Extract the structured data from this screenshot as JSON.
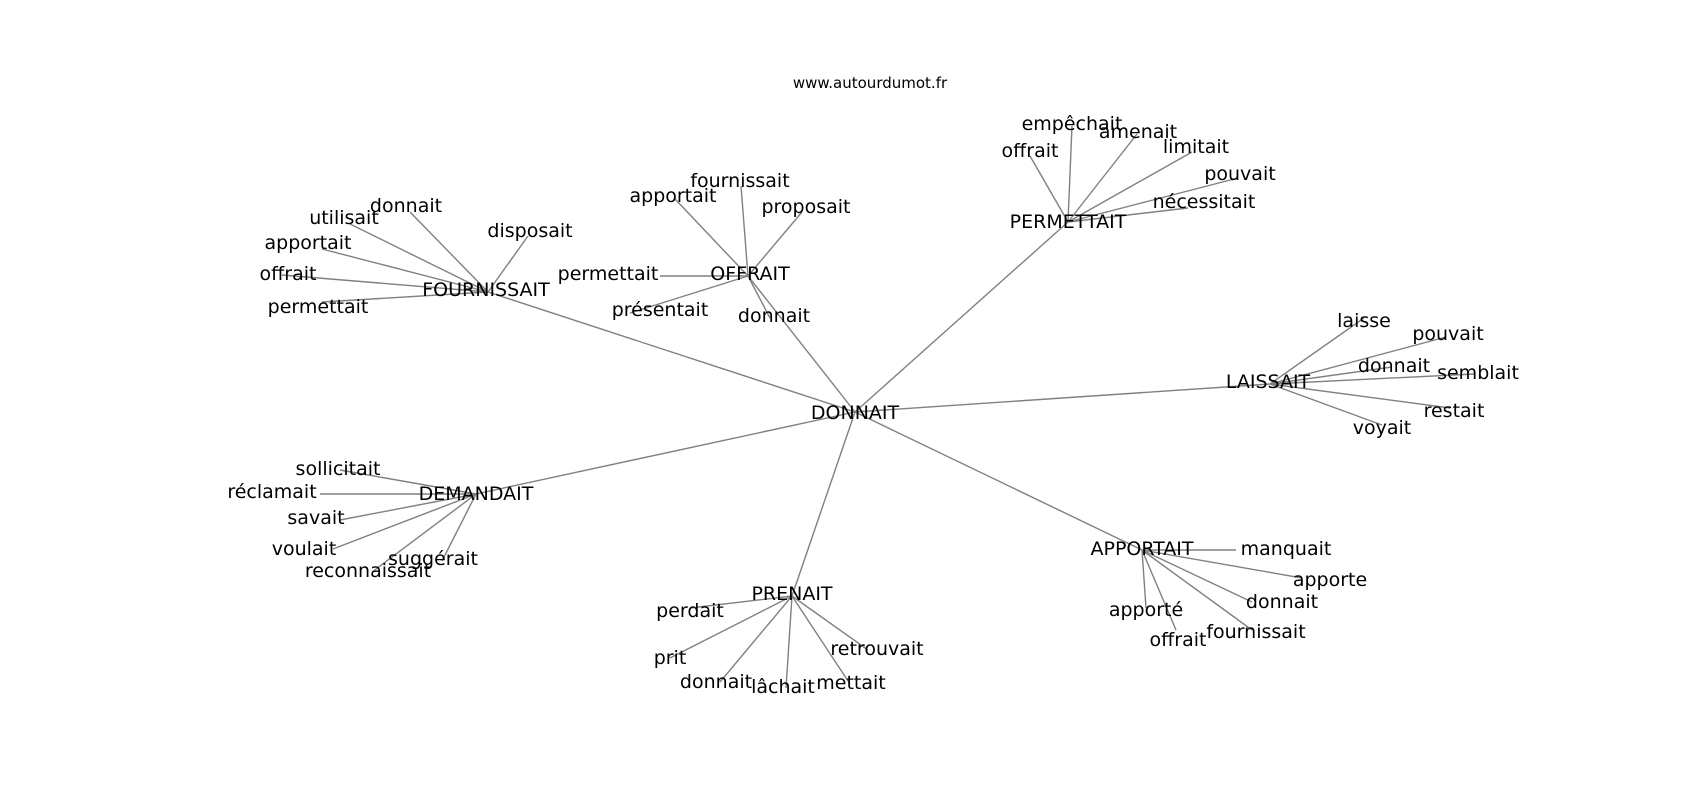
{
  "credit": "www.autourdumot.fr",
  "edge_color": "#808080",
  "text_color": "#000000",
  "center": "DONNAIT",
  "groups": [
    {
      "id": "fournissait",
      "label": "FOURNISSAIT",
      "leaves": [
        "donnait",
        "disposait",
        "utilisait",
        "apportait",
        "offrait",
        "permettait"
      ]
    },
    {
      "id": "offrait",
      "label": "OFFRAIT",
      "leaves": [
        "fournissait",
        "apportait",
        "proposait",
        "permettait",
        "présentait",
        "donnait"
      ]
    },
    {
      "id": "permettait",
      "label": "PERMETTAIT",
      "leaves": [
        "empêchait",
        "amenait",
        "offrait",
        "limitait",
        "pouvait",
        "nécessitait"
      ]
    },
    {
      "id": "laissait",
      "label": "LAISSAIT",
      "leaves": [
        "laisse",
        "pouvait",
        "donnait",
        "semblait",
        "restait",
        "voyait"
      ]
    },
    {
      "id": "apportait",
      "label": "APPORTAIT",
      "leaves": [
        "manquait",
        "apporte",
        "donnait",
        "fournissait",
        "offrait",
        "apporté"
      ]
    },
    {
      "id": "prenait",
      "label": "PRENAIT",
      "leaves": [
        "perdait",
        "prit",
        "donnait",
        "lâchait",
        "mettait",
        "retrouvait"
      ]
    },
    {
      "id": "demandait",
      "label": "DEMANDAIT",
      "leaves": [
        "sollicitait",
        "réclamait",
        "savait",
        "voulait",
        "reconnaissait",
        "suggérait"
      ]
    }
  ]
}
